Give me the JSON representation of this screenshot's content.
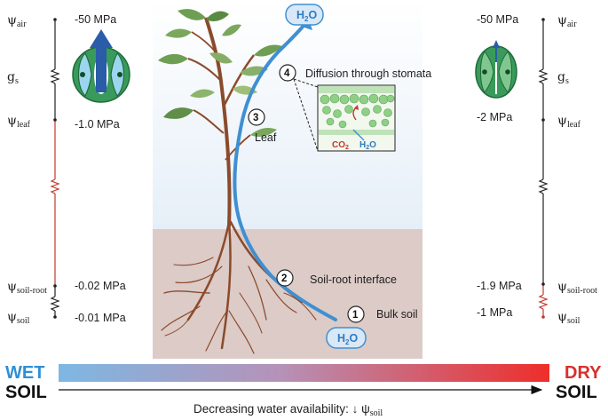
{
  "left": {
    "psi_air_sub": "air",
    "gs_sub": "s",
    "psi_leaf_sub": "leaf",
    "psi_soil_root_sub": "soil-root",
    "psi_soil_sub": "soil",
    "val_air": "-50 MPa",
    "val_leaf": "-1.0 MPa",
    "val_soil_root": "-0.02 MPa",
    "val_soil": "-0.01 MPa"
  },
  "right": {
    "psi_air_sub": "air",
    "gs_sub": "s",
    "psi_leaf_sub": "leaf",
    "psi_soil_root_sub": "soil-root",
    "psi_soil_sub": "soil",
    "val_air": "-50 MPa",
    "val_leaf": "-2 MPa",
    "val_soil_root": "-1.9 MPa",
    "val_soil": "-1 MPa"
  },
  "symbols": {
    "psi": "ψ",
    "g": "g"
  },
  "steps": [
    {
      "num": "1",
      "label": "Bulk soil"
    },
    {
      "num": "2",
      "label": "Soil-root interface"
    },
    {
      "num": "3",
      "label": "Leaf"
    },
    {
      "num": "4",
      "label": "Diffusion through stomata"
    }
  ],
  "water_top": "H",
  "water_bottom": "H",
  "water_sub": "2",
  "water_o": "O",
  "inset": {
    "co2": "CO",
    "co2_sub": "2",
    "h2o": "H",
    "h2o_sub": "2",
    "h2o_o": "O"
  },
  "wet": {
    "line1": "WET",
    "line2": "SOIL"
  },
  "dry": {
    "line1": "DRY",
    "line2": "SOIL"
  },
  "caption": {
    "text": "Decreasing water availability: ↓ ψ",
    "sub": "soil"
  },
  "colors": {
    "wet": "#2f8fd6",
    "dry": "#d9302c",
    "water": "#3f8fd2",
    "soil": "#dcccc8",
    "sky": "#e9f1f8",
    "stem": "#8b4a2b"
  }
}
